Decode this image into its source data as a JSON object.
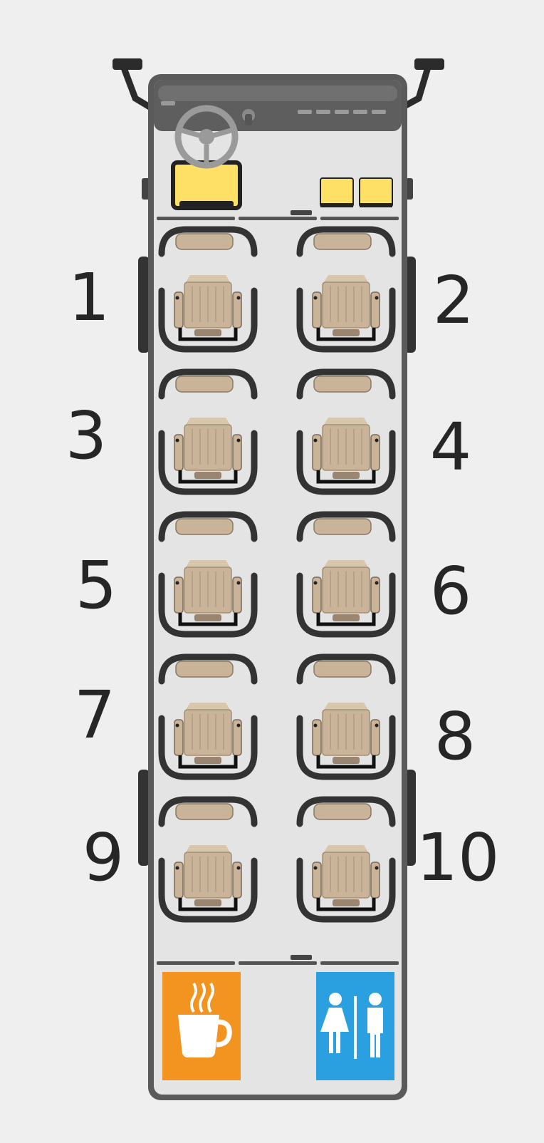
{
  "seat_labels": [
    "1",
    "2",
    "3",
    "4",
    "5",
    "6",
    "7",
    "8",
    "9",
    "10"
  ],
  "colors": {
    "background": "#efefef",
    "bus_frame": "#5a5a5a",
    "bus_floor": "#e4e4e4",
    "driver_seat": "#ffe066",
    "seat_beige": "#c9b49a",
    "seat_frame": "#333333",
    "cafe": "#f39420",
    "restroom": "#2aa0e0"
  },
  "icons": [
    "steering-wheel-icon",
    "coffee-cup-icon",
    "restroom-icon"
  ]
}
